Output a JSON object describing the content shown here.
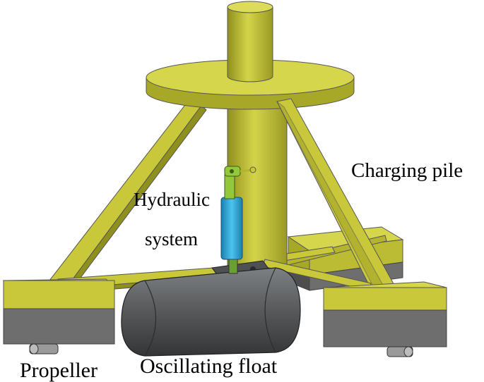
{
  "labels": {
    "charging_pile": "Charging pile",
    "hydraulic_line1": "Hydraulic",
    "hydraulic_line2": "system",
    "propeller": "Propeller",
    "oscillating_float": "Oscillating float"
  },
  "colors": {
    "structure_yellow": "#c8c83a",
    "structure_dark": "#8f8f1e",
    "structure_light": "#e0e070",
    "base_gray": "#6e6e6e",
    "base_gray_dark": "#4e4e4e",
    "float_gray": "#56585a",
    "cylinder_blue": "#2aa6d8",
    "rod_green": "#93c83a"
  }
}
